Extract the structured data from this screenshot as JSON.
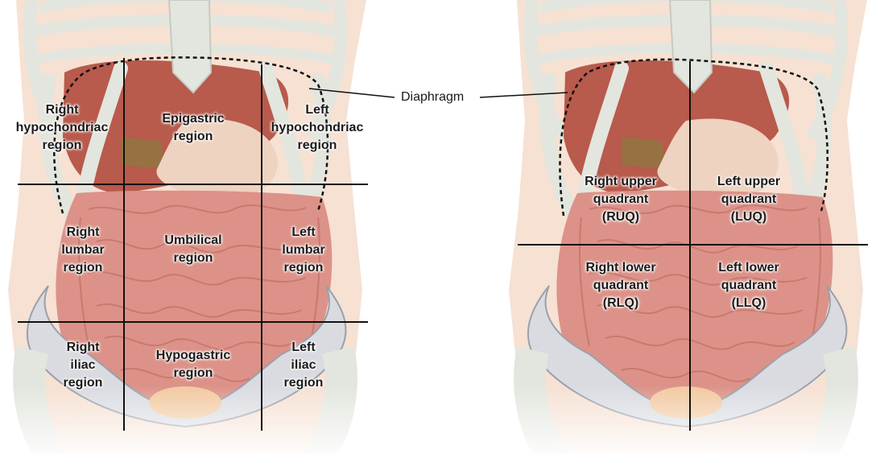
{
  "regions": {
    "right_hypochondriac": [
      "Right",
      "hypochondriac",
      "region"
    ],
    "epigastric": [
      "Epigastric",
      "region"
    ],
    "left_hypochondriac": [
      "Left",
      "hypochondriac",
      "region"
    ],
    "right_lumbar": [
      "Right",
      "lumbar",
      "region"
    ],
    "umbilical": [
      "Umbilical",
      "region"
    ],
    "left_lumbar": [
      "Left",
      "lumbar",
      "region"
    ],
    "right_iliac": [
      "Right",
      "iliac",
      "region"
    ],
    "hypogastric": [
      "Hypogastric",
      "region"
    ],
    "left_iliac": [
      "Left",
      "iliac",
      "region"
    ]
  },
  "quadrants": {
    "ruq": [
      "Right upper",
      "quadrant",
      "(RUQ)"
    ],
    "luq": [
      "Left upper",
      "quadrant",
      "(LUQ)"
    ],
    "rlq": [
      "Right lower",
      "quadrant",
      "(RLQ)"
    ],
    "llq": [
      "Left lower",
      "quadrant",
      "(LLQ)"
    ]
  },
  "callout": {
    "diaphragm": "Diaphragm"
  },
  "colors": {
    "skin": "#f6e1d3",
    "bone": "#dcdfd6",
    "bone_outline": "#c6cbc0",
    "liver": "#b85a4c",
    "stomach": "#eed3c0",
    "intestine": "#dc9288",
    "intestine_dark": "#c57468",
    "pelvis": "#d9dbe1",
    "bladder": "#f2c9a0",
    "lines": "#111111"
  }
}
